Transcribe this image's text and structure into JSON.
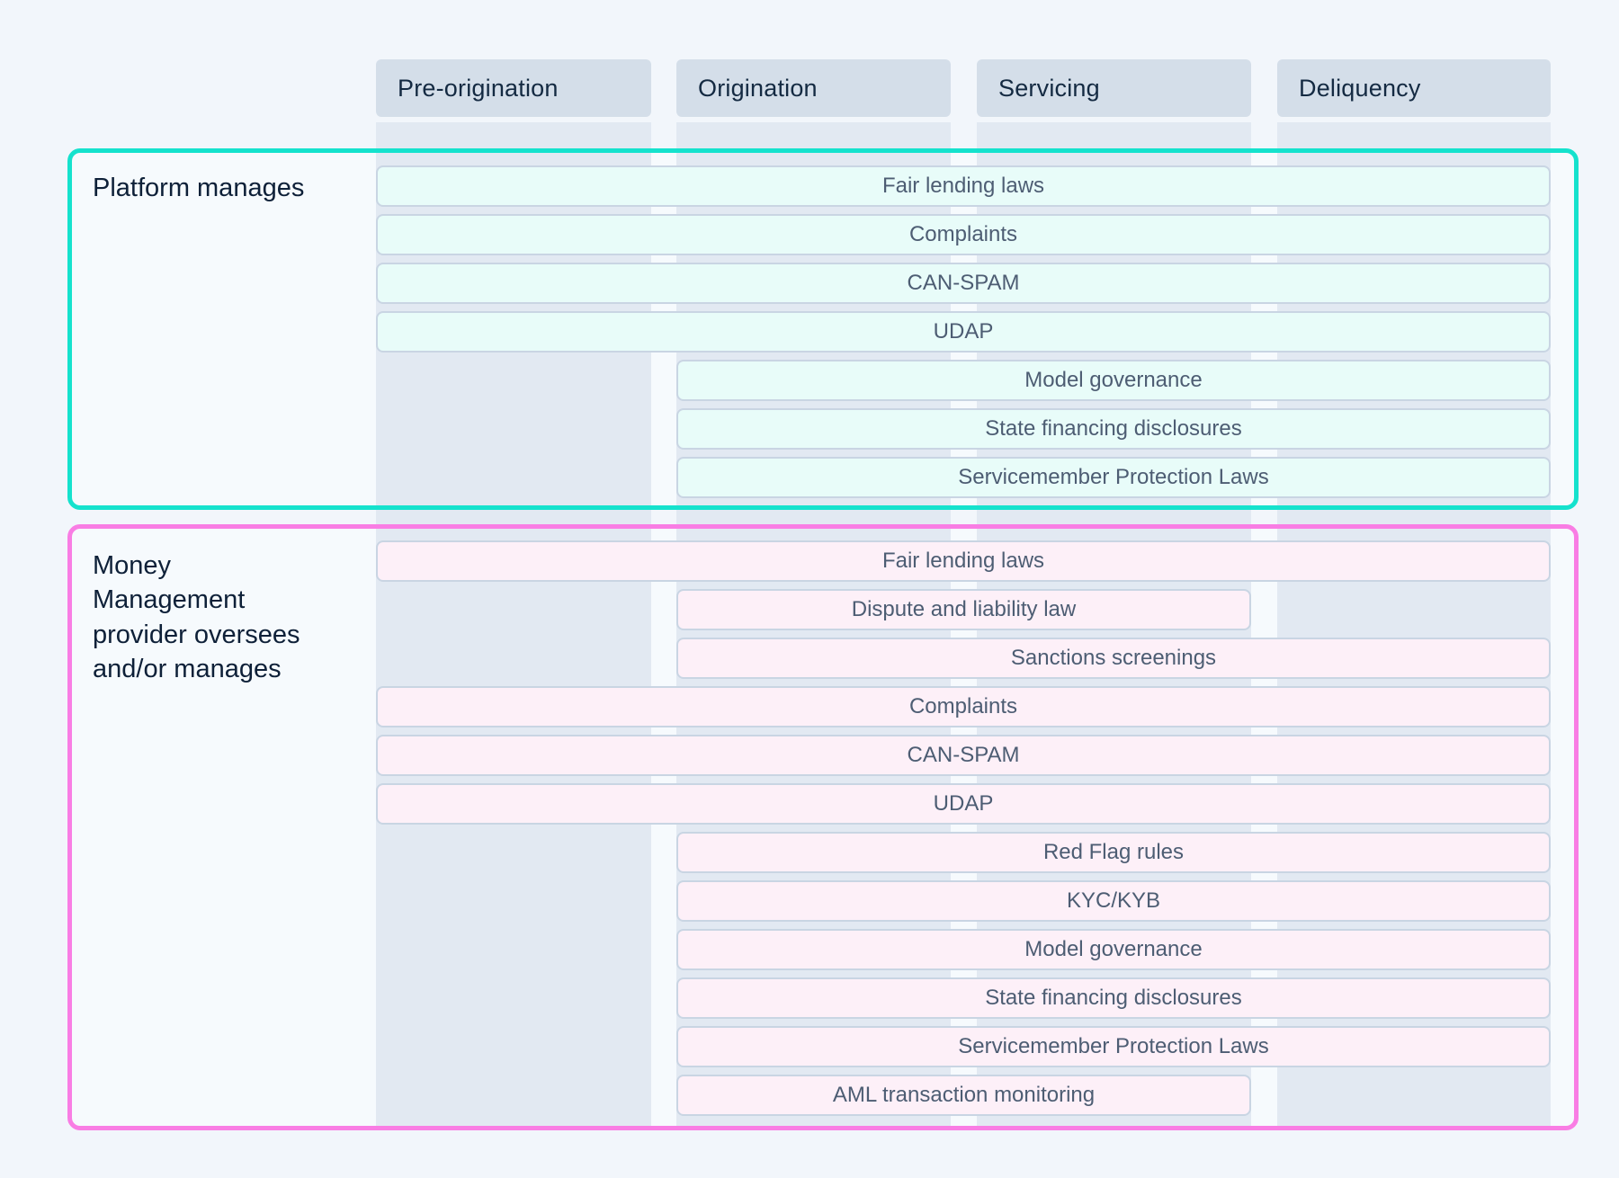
{
  "columns": [
    {
      "label": "Pre-origination"
    },
    {
      "label": "Origination"
    },
    {
      "label": "Servicing"
    },
    {
      "label": "Deliquency"
    }
  ],
  "groups": [
    {
      "label": "Platform manages",
      "accent": "#15e2cd",
      "row_fill": "#e8fcf9",
      "rows": [
        {
          "label": "Fair lending laws",
          "span": "all"
        },
        {
          "label": "Complaints",
          "span": "all"
        },
        {
          "label": "CAN-SPAM",
          "span": "all"
        },
        {
          "label": "UDAP",
          "span": "all"
        },
        {
          "label": "Model governance",
          "span": "origination-to-delinquency"
        },
        {
          "label": "State financing disclosures",
          "span": "origination-to-delinquency"
        },
        {
          "label": "Servicemember Protection Laws",
          "span": "origination-to-delinquency"
        }
      ]
    },
    {
      "label": "Money Management provider oversees and/or manages",
      "accent": "#f97de4",
      "row_fill": "#fdf0f8",
      "rows": [
        {
          "label": "Fair lending laws",
          "span": "all"
        },
        {
          "label": "Dispute and liability law",
          "span": "origination-to-servicing"
        },
        {
          "label": "Sanctions screenings",
          "span": "origination-to-delinquency"
        },
        {
          "label": "Complaints",
          "span": "all"
        },
        {
          "label": "CAN-SPAM",
          "span": "all"
        },
        {
          "label": "UDAP",
          "span": "all"
        },
        {
          "label": "Red Flag rules",
          "span": "origination-to-delinquency"
        },
        {
          "label": "KYC/KYB",
          "span": "origination-to-delinquency"
        },
        {
          "label": "Model governance",
          "span": "origination-to-delinquency"
        },
        {
          "label": "State financing disclosures",
          "span": "origination-to-delinquency"
        },
        {
          "label": "Servicemember Protection Laws",
          "span": "origination-to-delinquency"
        },
        {
          "label": "AML transaction monitoring",
          "span": "origination-to-servicing"
        }
      ]
    }
  ],
  "colors": {
    "page_bg": "#f2f6fb",
    "column_band": "#e2e9f2",
    "header_bg": "#d4dee9",
    "header_text": "#142a42",
    "group_bg": "#f6fafd",
    "row_border": "#c9d5e3",
    "row_text": "#4d5d73",
    "label_text": "#0e2038"
  }
}
